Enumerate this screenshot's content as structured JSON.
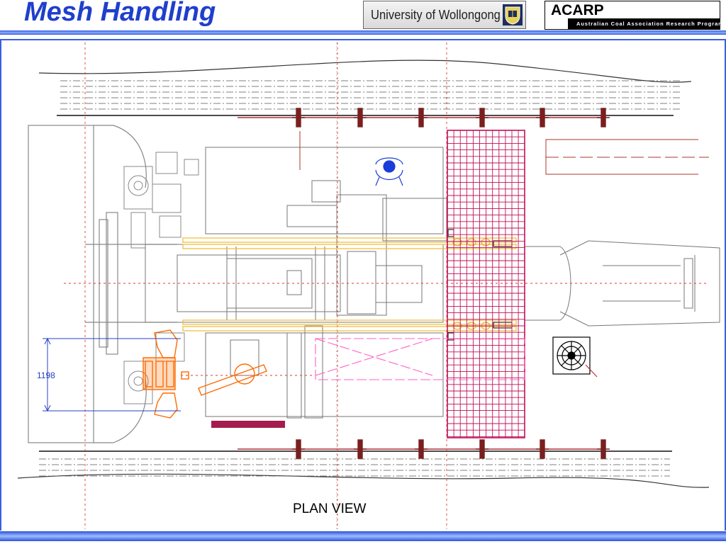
{
  "slide": {
    "title": "Mesh Handling",
    "caption": "PLAN VIEW"
  },
  "logos": {
    "university": "University of Wollongong",
    "acarp_name": "ACARP",
    "acarp_tagline": "Australian Coal Association Research Program"
  },
  "drawing": {
    "dimension_label": "1198"
  },
  "colors": {
    "title": "#1f3fcc",
    "frame": "#3a5fe0",
    "mesh": "#c0105a",
    "boom": "#f0c040",
    "handler": "#ff6a00",
    "centerline": "#e03a2a",
    "dimension": "#2a40c8"
  }
}
